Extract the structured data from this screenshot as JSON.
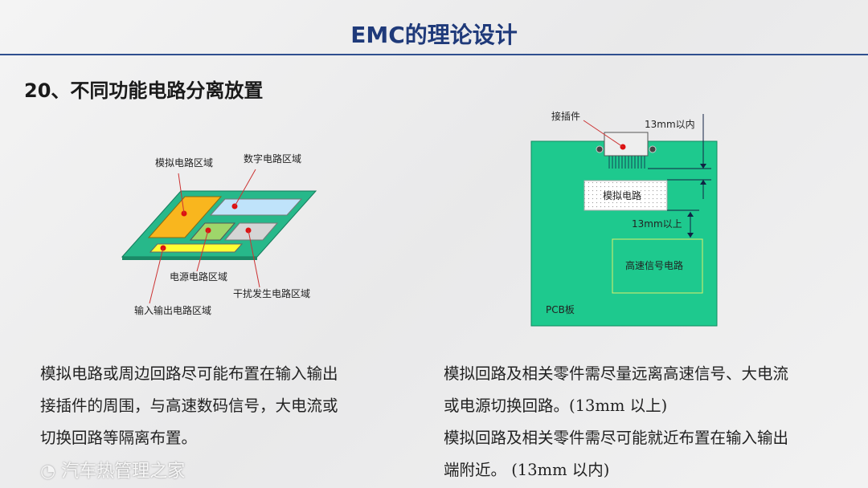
{
  "header": {
    "title": "EMC的理论设计"
  },
  "section": {
    "heading": "20、不同功能电路分离放置"
  },
  "left_diagram": {
    "labels": {
      "analog": "模拟电路区域",
      "digital": "数字电路区域",
      "power": "电源电路区域",
      "interference": "干扰发生电路区域",
      "io": "输入输出电路区域"
    }
  },
  "right_diagram": {
    "labels": {
      "connector": "接插件",
      "within": "13mm以内",
      "analog": "模拟电路",
      "above": "13mm以上",
      "highspeed": "高速信号电路",
      "pcb": "PCB板"
    }
  },
  "left_text": [
    "模拟电路或周边回路尽可能布置在输入输出",
    "接插件的周围，与高速数码信号，大电流或",
    "切换回路等隔离布置。"
  ],
  "right_text": [
    "模拟回路及相关零件需尽量远离高速信号、大电流",
    "或电源切换回路。(13mm 以上)",
    "模拟回路及相关零件需尽可能就近布置在输入输出",
    "端附近。 (13mm 以内)"
  ],
  "watermark": "汽车热管理之家"
}
